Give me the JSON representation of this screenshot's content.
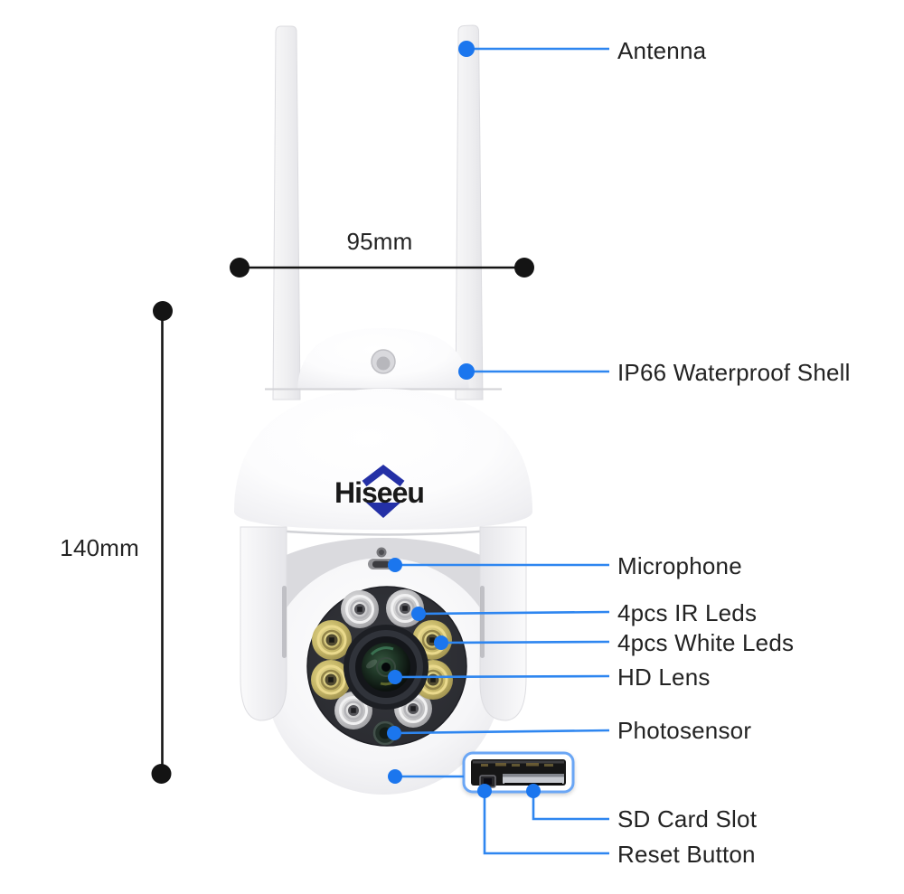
{
  "brand": {
    "name": "Hiseeu"
  },
  "measurements": {
    "width": "95mm",
    "height": "140mm"
  },
  "callouts": {
    "antenna": "Antenna",
    "waterproof_shell": "IP66 Waterproof Shell",
    "microphone": "Microphone",
    "ir_leds": "4pcs IR Leds",
    "white_leds": "4pcs White Leds",
    "hd_lens": "HD Lens",
    "photosensor": "Photosensor",
    "sd_card_slot": "SD Card Slot",
    "reset_button": "Reset Button"
  },
  "colors": {
    "callout_line": "#2e86f0",
    "callout_dot": "#1b76ee",
    "measurement": "#141414",
    "label_text": "#232323",
    "brand_text": "#191919",
    "brand_shield": "#2430a6",
    "inset_border": "#6ba6f5"
  }
}
